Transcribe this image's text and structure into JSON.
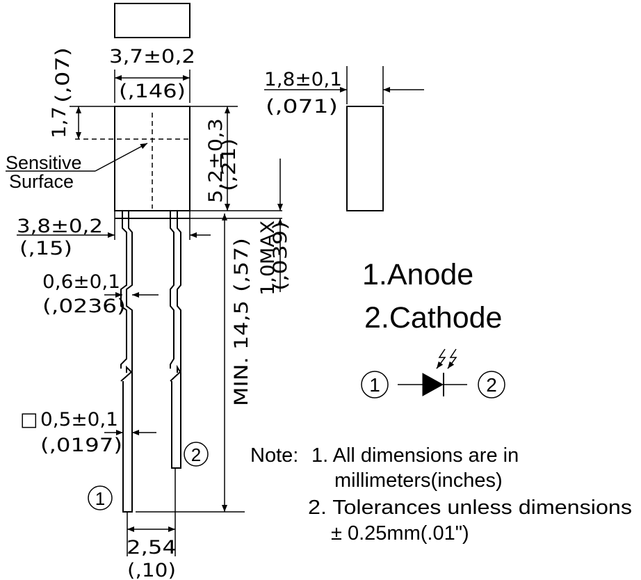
{
  "dimensions": {
    "width_top": "3,7±0,2",
    "width_top_in": "(,146)",
    "side_width": "1,8±0,1",
    "side_width_in": "(,071)",
    "sensor_offset": "1,7",
    "sensor_offset_in": "(,07)",
    "body_height": "5,2±0,3",
    "body_height_in": "(,21)",
    "base_width": "3,8±0,2",
    "base_width_in": "(,15)",
    "max_gap": "1,0MAX",
    "max_gap_in": "(,039)",
    "lead_kink": "0,6±0,1",
    "lead_kink_in": "(,0236)",
    "lead_length": "MIN. 14,5",
    "lead_length_in": "(,57)",
    "lead_square_symbol": "□",
    "lead_square": "0,5±0,1",
    "lead_square_in": "(,0197)",
    "pitch": "2,54",
    "pitch_in": "(,10)"
  },
  "labels": {
    "sensitive_line1": "Sensitive",
    "sensitive_line2": "Surface",
    "pin1_number": "1",
    "pin2_number": "2"
  },
  "pins": {
    "pin1": "1.Anode",
    "pin2": "2.Cathode"
  },
  "symbol": {
    "left_pin": "1",
    "right_pin": "2"
  },
  "notes": {
    "prefix": "Note:",
    "line1": "1. All dimensions are in",
    "line2": "millimeters(inches)",
    "line3": "2. Tolerances unless dimensions",
    "line4": "± 0.25mm(.01\")"
  }
}
